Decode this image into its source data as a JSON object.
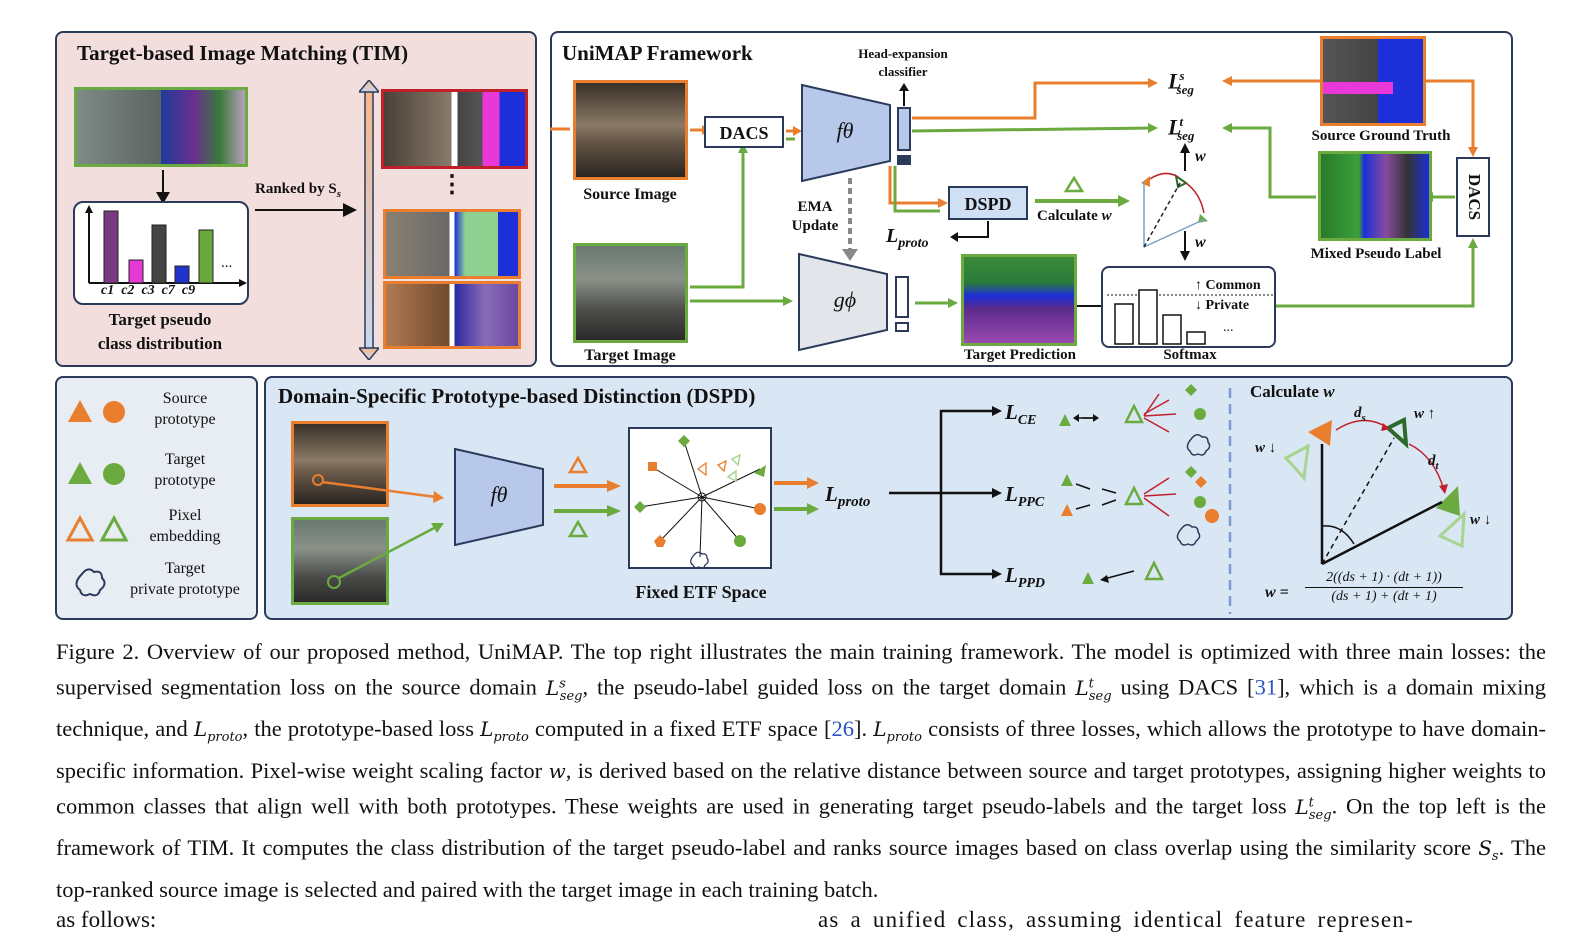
{
  "tim": {
    "title": "Target-based Image Matching (TIM)",
    "ranked_label": "Ranked by S",
    "ranked_sub": "s",
    "dist_caption_1": "Target pseudo",
    "dist_caption_2": "class distribution",
    "bar_labels": [
      "c1",
      "c2",
      "c3",
      "c7",
      "c9"
    ],
    "bar_ellipsis": "...",
    "vdots": "⋮"
  },
  "unimap": {
    "title": "UniMAP Framework",
    "head_expansion_1": "Head-expansion",
    "head_expansion_2": "classifier",
    "dacs": "DACS",
    "f_theta": "fθ",
    "g_phi": "gϕ",
    "source_image": "Source Image",
    "target_image": "Target Image",
    "ema_1": "EMA",
    "ema_2": "Update",
    "dspd": "DSPD",
    "calculate_w": "Calculate w",
    "l_proto": "Lproto",
    "l_seg_s": "L",
    "seg_s_sup": "s",
    "seg_sub": "seg",
    "seg_t_sup": "t",
    "w": "w",
    "source_gt": "Source Ground Truth",
    "mixed_pseudo": "Mixed Pseudo Label",
    "target_prediction": "Target Prediction",
    "softmax": "Softmax",
    "common": "↑ Common",
    "private": "↓ Private",
    "dacs_vertical": "DACS",
    "ellipsis": "..."
  },
  "legend": {
    "items": [
      {
        "label1": "Source",
        "label2": "prototype"
      },
      {
        "label1": "Target",
        "label2": "prototype"
      },
      {
        "label1": "Pixel",
        "label2": "embedding"
      },
      {
        "label1": "Target",
        "label2": "private prototype"
      }
    ],
    "colors": {
      "source": "#e87e2e",
      "target": "#6aaa3e",
      "target_light": "#a8d490"
    }
  },
  "dspd": {
    "title": "Domain-Specific Prototype-based Distinction (DSPD)",
    "f_theta": "fθ",
    "etf_label": "Fixed ETF Space",
    "l_proto": "Lproto",
    "l_ce": "L",
    "l_ce_sub": "CE",
    "l_ppc_sub": "PPC",
    "l_ppd_sub": "PPD",
    "calc_title": "Calculate w",
    "ds": "ds",
    "dt": "dt",
    "w_up": "w ↑",
    "w_down": "w ↓",
    "formula_lhs": "w =",
    "formula_num": "2((ds + 1) · (dt + 1))",
    "formula_den": "(ds + 1) + (dt + 1)"
  },
  "caption": {
    "p1": "Figure 2. Overview of our proposed method, UniMAP. The top right illustrates the main training framework. The model is optimized with three main losses: the supervised segmentation loss on the source domain ",
    "p2": ", the pseudo-label guided loss on the target domain ",
    "p3": " using DACS [",
    "ref31": "31",
    "p4": "], which is a domain mixing technique, and ",
    "p5": ", the prototype-based loss ",
    "p6": " computed in a fixed ETF space [",
    "ref26": "26",
    "p7": "]. ",
    "p8": " consists of three losses, which allows the prototype to have domain-specific information. Pixel-wise weight scaling factor ",
    "p9": ", is derived based on the relative distance between source and target prototypes, assigning higher weights to common classes that align well with both prototypes. These weights are used in generating target pseudo-labels and the target loss ",
    "p10": ". On the top left is the framework of TIM. It computes the class distribution of the target pseudo-label and ranks source images based on class overlap using the similarity score ",
    "p11": ". The top-ranked source image is selected and paired with the target image in each training batch.",
    "m_lseg_s": "L^s_seg",
    "m_lseg_t": "L^t_seg",
    "m_lproto": "Lproto",
    "m_w": "w",
    "m_ss": "Ss"
  },
  "bottom": {
    "left": "as follows:",
    "right": "as a unified class, assuming identical feature represen-"
  }
}
